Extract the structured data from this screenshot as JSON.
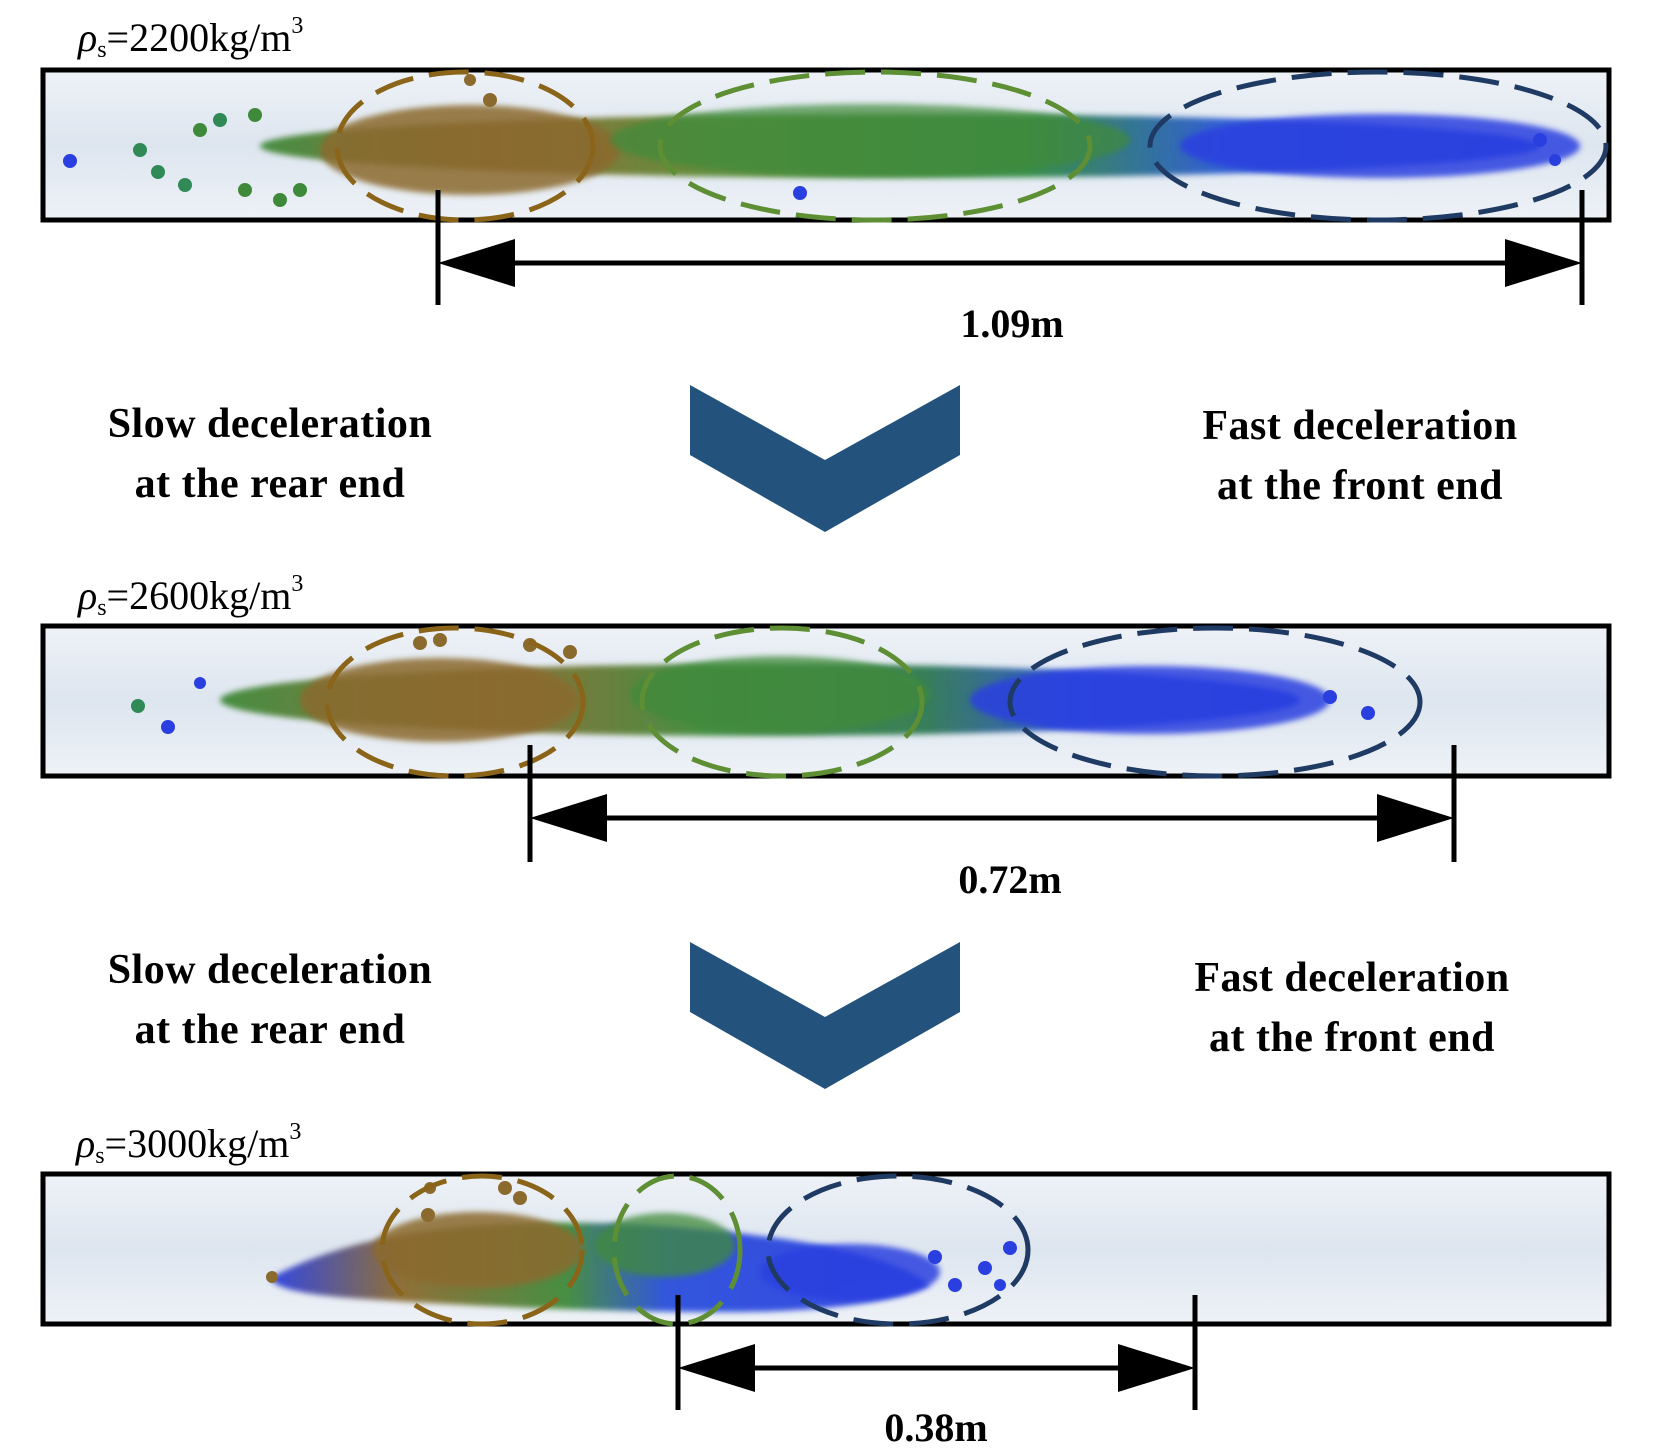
{
  "panels": [
    {
      "density_value": "2200",
      "unit": "kg/m",
      "exponent": "3",
      "front_length_label": "1.09m"
    },
    {
      "density_value": "2600",
      "unit": "kg/m",
      "exponent": "3",
      "front_length_label": "0.72m"
    },
    {
      "density_value": "3000",
      "unit": "kg/m",
      "exponent": "3",
      "front_length_label": "0.38m"
    }
  ],
  "symbol": {
    "rho": "ρ",
    "subscript": "s",
    "equals": "="
  },
  "transitions": [
    {
      "rear_line1": "Slow deceleration",
      "rear_line2": "at the rear end",
      "front_line1": "Fast deceleration",
      "front_line2": "at the front end"
    },
    {
      "rear_line1": "Slow deceleration",
      "rear_line2": "at the rear end",
      "front_line1": "Fast deceleration",
      "front_line2": "at the front end"
    }
  ],
  "colors": {
    "rear_region": "#8a6418",
    "middle_region": "#5e8f34",
    "front_region": "#1f3a63",
    "arrow_chevron": "#23527c",
    "particle_brown": "#8b6a2e",
    "particle_green": "#3f8a3a",
    "particle_blue": "#2a3fe0",
    "channel_fill": "#e4eaf2"
  }
}
